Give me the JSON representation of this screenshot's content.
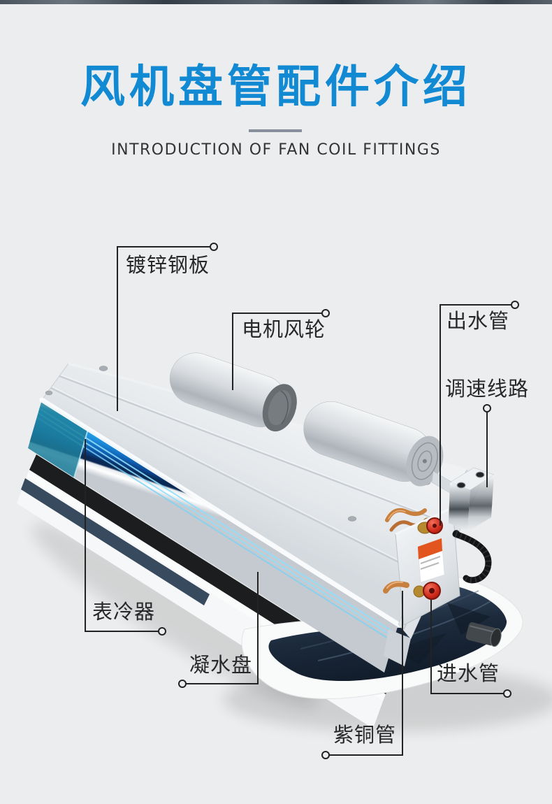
{
  "page": {
    "background_color": "#ebedee",
    "top_strip_color": "#39434e"
  },
  "header": {
    "title": "风机盘管配件介绍",
    "title_color": "#1289d3",
    "divider_color": "#87909a",
    "subtitle": "INTRODUCTION OF FAN COIL FITTINGS"
  },
  "product": {
    "description": "ducted fan coil unit: galvanized casing, blue finned coil, two blower cylinders, valve assembly with red valves, speed-control junction box, black hose, dark condensate pan with drain nozzle",
    "colors": {
      "coil_blue": "#1e90dd",
      "panel_silver": "#e2e6e9",
      "pan_navy": "#1c2a3c",
      "valve_red": "#cf2a1b",
      "copper": "#c8803f"
    }
  },
  "labels": [
    {
      "id": "galvanized-steel-plate",
      "text": "镀锌钢板"
    },
    {
      "id": "motor-fan-wheel",
      "text": "电机风轮"
    },
    {
      "id": "outlet-pipe",
      "text": "出水管"
    },
    {
      "id": "speed-control-wiring",
      "text": "调速线路"
    },
    {
      "id": "surface-cooler",
      "text": "表冷器"
    },
    {
      "id": "condensate-pan",
      "text": "凝水盘"
    },
    {
      "id": "inlet-pipe",
      "text": "进水管"
    },
    {
      "id": "copper-pipe",
      "text": "紫铜管"
    }
  ]
}
